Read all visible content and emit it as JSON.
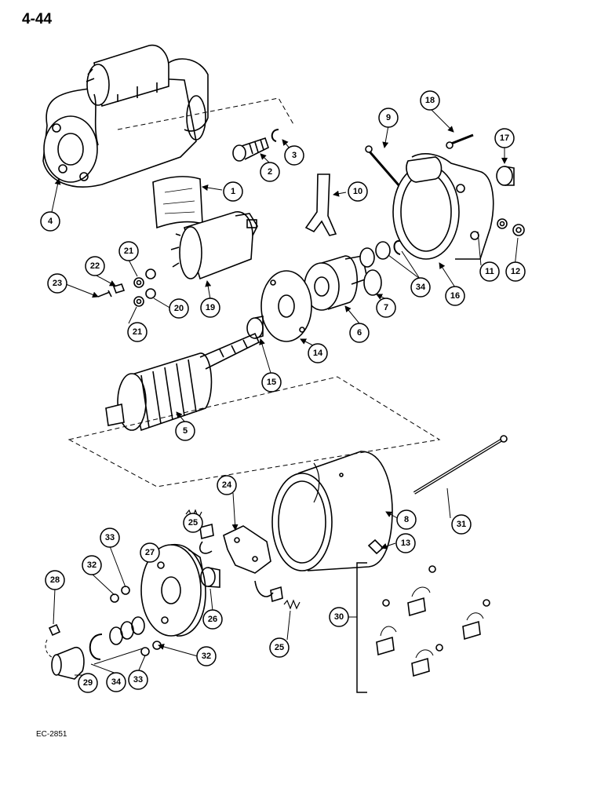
{
  "page_number": "4-44",
  "figure_code": "EC-2851",
  "callouts": {
    "c1": "1",
    "c2": "2",
    "c3": "3",
    "c4": "4",
    "c5": "5",
    "c6": "6",
    "c7": "7",
    "c8": "8",
    "c9": "9",
    "c10": "10",
    "c11": "11",
    "c12": "12",
    "c13": "13",
    "c14": "14",
    "c15": "15",
    "c16": "16",
    "c17": "17",
    "c18": "18",
    "c19": "19",
    "c20": "20",
    "c21a": "21",
    "c21b": "21",
    "c22": "22",
    "c23": "23",
    "c24": "24",
    "c25a": "25",
    "c25b": "25",
    "c26": "26",
    "c27": "27",
    "c28": "28",
    "c29": "29",
    "c30": "30",
    "c31": "31",
    "c32a": "32",
    "c32b": "32",
    "c33a": "33",
    "c33b": "33",
    "c34a": "34",
    "c34b": "34"
  }
}
